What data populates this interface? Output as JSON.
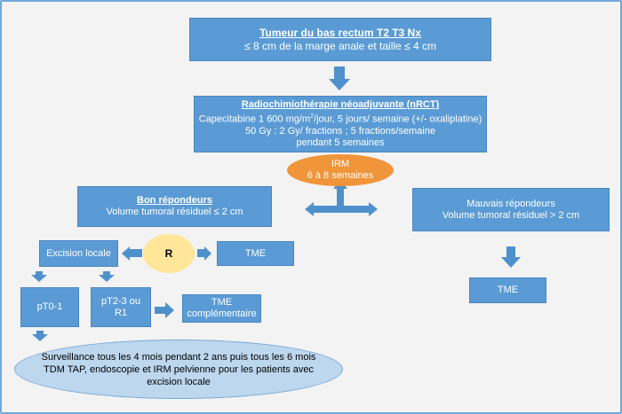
{
  "colors": {
    "box": "#5b9bd5",
    "arrow": "#4f91cd",
    "irm": "#f0953a",
    "r_circle": "#ffe699",
    "surveillance": "#bdd7ee"
  },
  "tumor": {
    "title": "Tumeur du bas rectum T2 T3 Nx",
    "line1": "≤ 8 cm de la marge anale et taille ≤  4 cm"
  },
  "nrct": {
    "title": "Radiochimiothérapie néoadjuvante (nRCT)",
    "line1_a": "Capecitabine 1 600 mg/m",
    "line1_sup": "2",
    "line1_b": "/jour, 5 jours/ semaine  (+/- oxaliplatine)",
    "line2": "50 Gy : 2 Gy/ fractions ; 5 fractions/semaine",
    "line3": "pendant 5 semaines"
  },
  "irm": {
    "line1": "IRM",
    "line2": "6 à 8 semaines"
  },
  "bon": {
    "title": "Bon répondeurs",
    "line1": "Volume tumoral résiduel ≤ 2 cm"
  },
  "mauvais": {
    "line1": "Mauvais répondeurs",
    "line2": "Volume tumoral résiduel > 2 cm"
  },
  "excision": {
    "label": "Excision locale"
  },
  "r": {
    "label": "R"
  },
  "tme_mid": {
    "label": "TME"
  },
  "tme_right": {
    "label": "TME"
  },
  "pt0": {
    "label": "pT0-1"
  },
  "pt2": {
    "line1": "pT2-3 ou",
    "line2": "R1"
  },
  "tme_comp": {
    "line1": "TME",
    "line2": "complémentaire"
  },
  "surveillance": {
    "line1": "Surveillance tous les 4 mois pendant 2 ans puis tous les 6 mois",
    "line2": "TDM TAP, endoscopie et IRM pelvienne pour les patients avec",
    "line3": "excision locale"
  }
}
